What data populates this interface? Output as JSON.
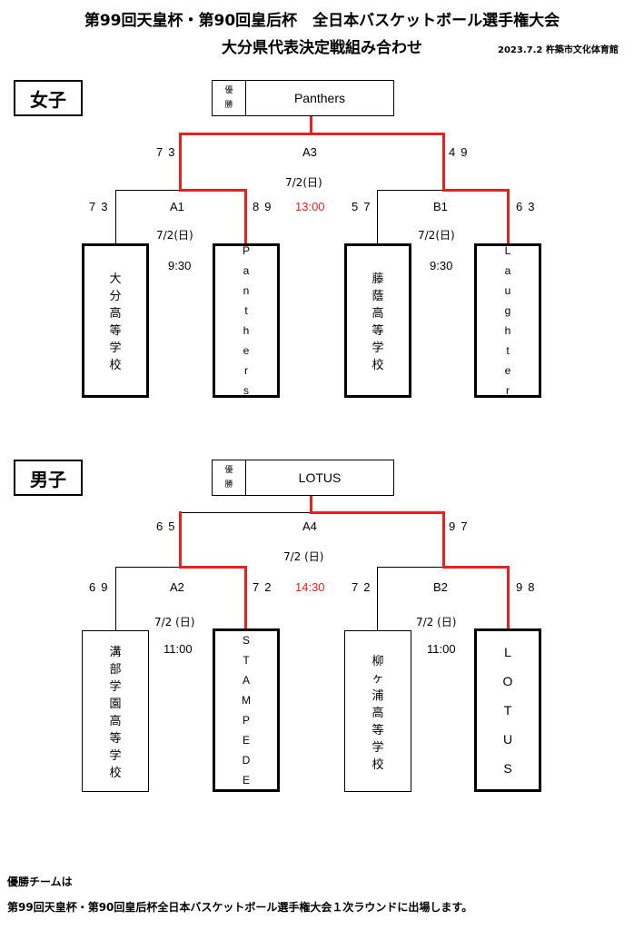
{
  "header": {
    "title1": "第99回天皇杯・第90回皇后杯　全日本バスケットボール選手権大会",
    "title2": "大分県代表決定戦組み合わせ",
    "date_venue": "2023.7.2 杵築市文化体育館"
  },
  "women": {
    "label": "女子",
    "champion_tag": [
      "優",
      "勝"
    ],
    "champion": "Panthers",
    "final": {
      "code": "A3",
      "date": "7/2(日)",
      "time": "13:00",
      "left_score": "73",
      "right_score": "49"
    },
    "semi_left": {
      "code": "A1",
      "date": "7/2(日)",
      "time": "9:30",
      "left_score": "73",
      "right_score": "89"
    },
    "semi_right": {
      "code": "B1",
      "date": "7/2(日)",
      "time": "9:30",
      "left_score": "57",
      "right_score": "63"
    },
    "teams": [
      {
        "chars": [
          "大",
          "分",
          "高",
          "等",
          "学",
          "校"
        ]
      },
      {
        "chars": [
          "P",
          "a",
          "n",
          "t",
          "h",
          "e",
          "r",
          "s"
        ]
      },
      {
        "chars": [
          "藤",
          "蔭",
          "高",
          "等",
          "学",
          "校"
        ]
      },
      {
        "chars": [
          "L",
          "a",
          "u",
          "g",
          "h",
          "t",
          "e",
          "r"
        ]
      }
    ]
  },
  "men": {
    "label": "男子",
    "champion_tag": [
      "優",
      "勝"
    ],
    "champion": "LOTUS",
    "final": {
      "code": "A4",
      "date": "7/2 (日)",
      "time": "14:30",
      "left_score": "65",
      "right_score": "97"
    },
    "semi_left": {
      "code": "A2",
      "date": "7/2 (日)",
      "time": "11:00",
      "left_score": "69",
      "right_score": "72"
    },
    "semi_right": {
      "code": "B2",
      "date": "7/2 (日)",
      "time": "11:00",
      "left_score": "72",
      "right_score": "98"
    },
    "teams": [
      {
        "chars": [
          "溝",
          "部",
          "学",
          "園",
          "高",
          "等",
          "学",
          "校"
        ]
      },
      {
        "chars": [
          "S",
          "T",
          "A",
          "M",
          "P",
          "E",
          "D",
          "E"
        ]
      },
      {
        "chars": [
          "柳",
          "ヶ",
          "浦",
          "高",
          "等",
          "学",
          "校"
        ]
      },
      {
        "chars": [
          "L",
          "O",
          "T",
          "U",
          "S"
        ]
      }
    ]
  },
  "footer": {
    "line1": "優勝チームは",
    "line2": "第99回天皇杯・第90回皇后杯全日本バスケットボール選手権大会１次ラウンドに出場します。"
  }
}
